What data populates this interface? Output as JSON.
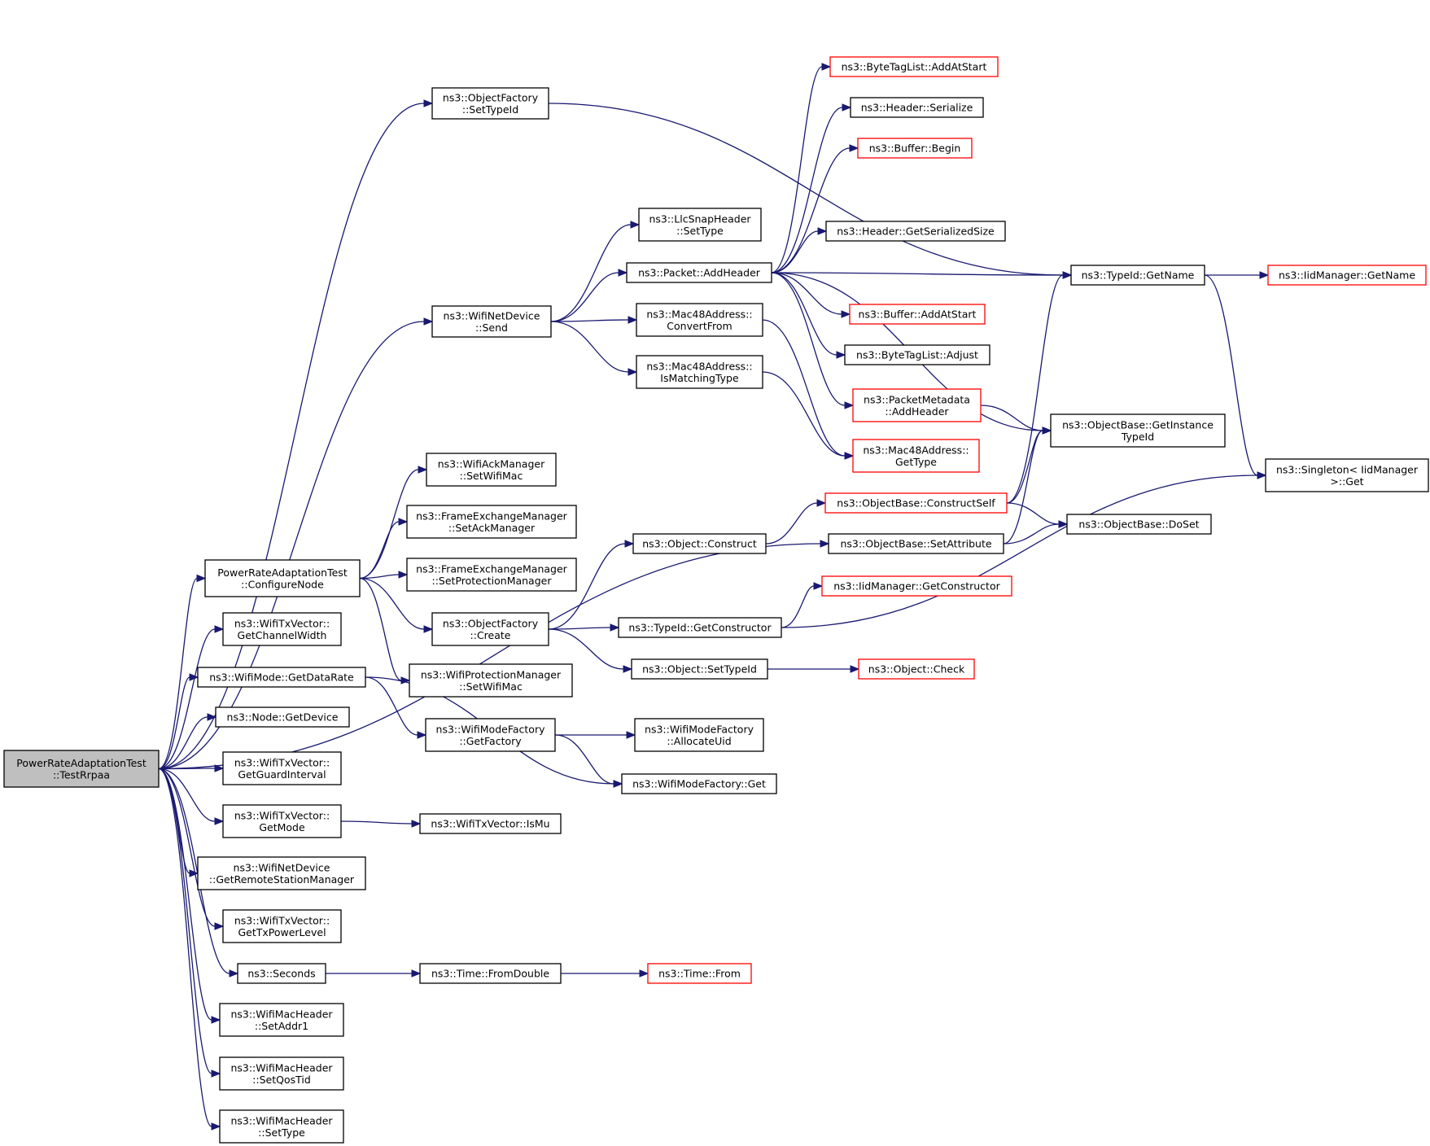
{
  "colors": {
    "edge": "#191970",
    "node_border": "#000000",
    "node_border_truncated": "#ff0000",
    "node_fill": "#ffffff",
    "root_fill": "#bfbfbf"
  },
  "nodes": [
    {
      "id": "root",
      "lines": [
        "PowerRateAdaptationTest",
        "::TestRrpaa"
      ],
      "truncated": false,
      "root": true
    },
    {
      "id": "of_settypeid",
      "lines": [
        "ns3::ObjectFactory",
        "::SetTypeId"
      ],
      "truncated": false
    },
    {
      "id": "wnd_send",
      "lines": [
        "ns3::WifiNetDevice",
        "::Send"
      ],
      "truncated": false
    },
    {
      "id": "prat_configure",
      "lines": [
        "PowerRateAdaptationTest",
        "::ConfigureNode"
      ],
      "truncated": false
    },
    {
      "id": "txv_chwidth",
      "lines": [
        "ns3::WifiTxVector::",
        "GetChannelWidth"
      ],
      "truncated": false
    },
    {
      "id": "wm_getdatarate",
      "lines": [
        "ns3::WifiMode::GetDataRate"
      ],
      "truncated": false
    },
    {
      "id": "node_getdevice",
      "lines": [
        "ns3::Node::GetDevice"
      ],
      "truncated": false
    },
    {
      "id": "txv_gi",
      "lines": [
        "ns3::WifiTxVector::",
        "GetGuardInterval"
      ],
      "truncated": false
    },
    {
      "id": "txv_getmode",
      "lines": [
        "ns3::WifiTxVector::",
        "GetMode"
      ],
      "truncated": false
    },
    {
      "id": "wnd_getrsm",
      "lines": [
        "ns3::WifiNetDevice",
        "::GetRemoteStationManager"
      ],
      "truncated": false
    },
    {
      "id": "txv_txpower",
      "lines": [
        "ns3::WifiTxVector::",
        "GetTxPowerLevel"
      ],
      "truncated": false
    },
    {
      "id": "seconds",
      "lines": [
        "ns3::Seconds"
      ],
      "truncated": false
    },
    {
      "id": "mh_addr1",
      "lines": [
        "ns3::WifiMacHeader",
        "::SetAddr1"
      ],
      "truncated": false
    },
    {
      "id": "mh_qostid",
      "lines": [
        "ns3::WifiMacHeader",
        "::SetQosTid"
      ],
      "truncated": false
    },
    {
      "id": "mh_settype",
      "lines": [
        "ns3::WifiMacHeader",
        "::SetType"
      ],
      "truncated": false
    },
    {
      "id": "llc_settype",
      "lines": [
        "ns3::LlcSnapHeader",
        "::SetType"
      ],
      "truncated": false
    },
    {
      "id": "pkt_addheader",
      "lines": [
        "ns3::Packet::AddHeader"
      ],
      "truncated": false
    },
    {
      "id": "mac48_convert",
      "lines": [
        "ns3::Mac48Address::",
        "ConvertFrom"
      ],
      "truncated": false
    },
    {
      "id": "mac48_ismatch",
      "lines": [
        "ns3::Mac48Address::",
        "IsMatchingType"
      ],
      "truncated": false
    },
    {
      "id": "ack_setwifimac",
      "lines": [
        "ns3::WifiAckManager",
        "::SetWifiMac"
      ],
      "truncated": false
    },
    {
      "id": "fem_setack",
      "lines": [
        "ns3::FrameExchangeManager",
        "::SetAckManager"
      ],
      "truncated": false
    },
    {
      "id": "fem_setprot",
      "lines": [
        "ns3::FrameExchangeManager",
        "::SetProtectionManager"
      ],
      "truncated": false
    },
    {
      "id": "obj_construct",
      "lines": [
        "ns3::Object::Construct"
      ],
      "truncated": false
    },
    {
      "id": "of_create",
      "lines": [
        "ns3::ObjectFactory",
        "::Create"
      ],
      "truncated": false
    },
    {
      "id": "prot_setwifimac",
      "lines": [
        "ns3::WifiProtectionManager",
        "::SetWifiMac"
      ],
      "truncated": false
    },
    {
      "id": "wmf_getfactory",
      "lines": [
        "ns3::WifiModeFactory",
        "::GetFactory"
      ],
      "truncated": false
    },
    {
      "id": "wmf_alloc",
      "lines": [
        "ns3::WifiModeFactory",
        "::AllocateUid"
      ],
      "truncated": false
    },
    {
      "id": "wmf_get",
      "lines": [
        "ns3::WifiModeFactory::Get"
      ],
      "truncated": false
    },
    {
      "id": "txv_ismu",
      "lines": [
        "ns3::WifiTxVector::IsMu"
      ],
      "truncated": false
    },
    {
      "id": "time_fromdouble",
      "lines": [
        "ns3::Time::FromDouble"
      ],
      "truncated": false
    },
    {
      "id": "time_from",
      "lines": [
        "ns3::Time::From"
      ],
      "truncated": true
    },
    {
      "id": "tid_getconstructor",
      "lines": [
        "ns3::TypeId::GetConstructor"
      ],
      "truncated": false
    },
    {
      "id": "obj_settypeid",
      "lines": [
        "ns3::Object::SetTypeId"
      ],
      "truncated": false
    },
    {
      "id": "obj_check",
      "lines": [
        "ns3::Object::Check"
      ],
      "truncated": true
    },
    {
      "id": "btl_addatstart",
      "lines": [
        "ns3::ByteTagList::AddAtStart"
      ],
      "truncated": true
    },
    {
      "id": "hdr_serialize",
      "lines": [
        "ns3::Header::Serialize"
      ],
      "truncated": false
    },
    {
      "id": "buf_begin",
      "lines": [
        "ns3::Buffer::Begin"
      ],
      "truncated": true
    },
    {
      "id": "hdr_getsersize",
      "lines": [
        "ns3::Header::GetSerializedSize"
      ],
      "truncated": false
    },
    {
      "id": "buf_addatstart",
      "lines": [
        "ns3::Buffer::AddAtStart"
      ],
      "truncated": true
    },
    {
      "id": "btl_adjust",
      "lines": [
        "ns3::ByteTagList::Adjust"
      ],
      "truncated": false
    },
    {
      "id": "pm_addheader",
      "lines": [
        "ns3::PacketMetadata",
        "::AddHeader"
      ],
      "truncated": true
    },
    {
      "id": "mac48_gettype",
      "lines": [
        "ns3::Mac48Address::",
        "GetType"
      ],
      "truncated": true
    },
    {
      "id": "ob_constructself",
      "lines": [
        "ns3::ObjectBase::ConstructSelf"
      ],
      "truncated": true
    },
    {
      "id": "ob_setattribute",
      "lines": [
        "ns3::ObjectBase::SetAttribute"
      ],
      "truncated": false
    },
    {
      "id": "iid_getconstructor",
      "lines": [
        "ns3::IidManager::GetConstructor"
      ],
      "truncated": true
    },
    {
      "id": "tid_getname",
      "lines": [
        "ns3::TypeId::GetName"
      ],
      "truncated": false
    },
    {
      "id": "ob_getinstancetypeid",
      "lines": [
        "ns3::ObjectBase::GetInstance",
        "TypeId"
      ],
      "truncated": false
    },
    {
      "id": "ob_doset",
      "lines": [
        "ns3::ObjectBase::DoSet"
      ],
      "truncated": false
    },
    {
      "id": "iid_getname",
      "lines": [
        "ns3::IidManager::GetName"
      ],
      "truncated": true
    },
    {
      "id": "singleton_get",
      "lines": [
        "ns3::Singleton< IidManager",
        ">::Get"
      ],
      "truncated": false
    }
  ],
  "edges": [
    [
      "root",
      "of_settypeid"
    ],
    [
      "root",
      "wnd_send"
    ],
    [
      "root",
      "ob_setattribute"
    ],
    [
      "root",
      "prat_configure"
    ],
    [
      "root",
      "txv_chwidth"
    ],
    [
      "root",
      "wm_getdatarate"
    ],
    [
      "root",
      "node_getdevice"
    ],
    [
      "root",
      "txv_gi"
    ],
    [
      "root",
      "txv_getmode"
    ],
    [
      "root",
      "wnd_getrsm"
    ],
    [
      "root",
      "txv_txpower"
    ],
    [
      "root",
      "seconds"
    ],
    [
      "root",
      "mh_addr1"
    ],
    [
      "root",
      "mh_qostid"
    ],
    [
      "root",
      "mh_settype"
    ],
    [
      "of_settypeid",
      "tid_getname"
    ],
    [
      "wnd_send",
      "llc_settype"
    ],
    [
      "wnd_send",
      "pkt_addheader"
    ],
    [
      "wnd_send",
      "mac48_convert"
    ],
    [
      "wnd_send",
      "mac48_ismatch"
    ],
    [
      "pkt_addheader",
      "btl_addatstart"
    ],
    [
      "pkt_addheader",
      "hdr_serialize"
    ],
    [
      "pkt_addheader",
      "buf_begin"
    ],
    [
      "pkt_addheader",
      "tid_getname"
    ],
    [
      "pkt_addheader",
      "hdr_getsersize"
    ],
    [
      "pkt_addheader",
      "ob_getinstancetypeid"
    ],
    [
      "pkt_addheader",
      "buf_addatstart"
    ],
    [
      "pkt_addheader",
      "btl_adjust"
    ],
    [
      "pkt_addheader",
      "pm_addheader"
    ],
    [
      "mac48_convert",
      "mac48_gettype"
    ],
    [
      "mac48_ismatch",
      "mac48_gettype"
    ],
    [
      "pm_addheader",
      "ob_getinstancetypeid"
    ],
    [
      "prat_configure",
      "ack_setwifimac"
    ],
    [
      "prat_configure",
      "fem_setack"
    ],
    [
      "prat_configure",
      "fem_setprot"
    ],
    [
      "prat_configure",
      "of_create"
    ],
    [
      "prat_configure",
      "prot_setwifimac"
    ],
    [
      "of_create",
      "obj_construct"
    ],
    [
      "of_create",
      "tid_getconstructor"
    ],
    [
      "of_create",
      "obj_settypeid"
    ],
    [
      "obj_construct",
      "ob_constructself"
    ],
    [
      "ob_constructself",
      "tid_getname"
    ],
    [
      "ob_constructself",
      "ob_getinstancetypeid"
    ],
    [
      "ob_constructself",
      "ob_doset"
    ],
    [
      "ob_setattribute",
      "ob_getinstancetypeid"
    ],
    [
      "ob_setattribute",
      "ob_doset"
    ],
    [
      "tid_getconstructor",
      "iid_getconstructor"
    ],
    [
      "tid_getconstructor",
      "singleton_get"
    ],
    [
      "obj_settypeid",
      "obj_check"
    ],
    [
      "tid_getname",
      "iid_getname"
    ],
    [
      "tid_getname",
      "singleton_get"
    ],
    [
      "wm_getdatarate",
      "wmf_getfactory"
    ],
    [
      "wm_getdatarate",
      "wmf_get"
    ],
    [
      "wmf_getfactory",
      "wmf_alloc"
    ],
    [
      "wmf_getfactory",
      "wmf_get"
    ],
    [
      "txv_getmode",
      "txv_ismu"
    ],
    [
      "seconds",
      "time_fromdouble"
    ],
    [
      "time_fromdouble",
      "time_from"
    ]
  ]
}
